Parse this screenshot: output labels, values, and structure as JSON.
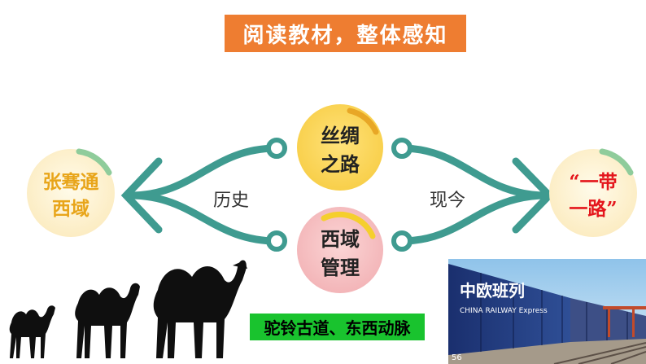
{
  "title": "阅读教材，整体感知",
  "nodes": {
    "left": {
      "line1": "张骞通",
      "line2": "西域"
    },
    "top": {
      "line1": "丝绸",
      "line2": "之路"
    },
    "bottom": {
      "line1": "西域",
      "line2": "管理"
    },
    "right": {
      "line1": "“一带",
      "line2": "一路”"
    }
  },
  "labels": {
    "history": "历史",
    "present": "现今"
  },
  "caption": "驼铃古道、东西动脉",
  "photo": {
    "sign": "中欧班列",
    "sign_en": "CHINA RAILWAY Express",
    "number": "56"
  },
  "colors": {
    "title_bg": "#ee7d31",
    "curve": "#3f9b90",
    "caption_bg": "#19c32e",
    "left_text": "#e8a51a",
    "top_text": "#222222",
    "bottom_text": "#222222",
    "right_text": "#e4161c"
  },
  "icons": [
    "camel-silhouette",
    "train-photo"
  ]
}
